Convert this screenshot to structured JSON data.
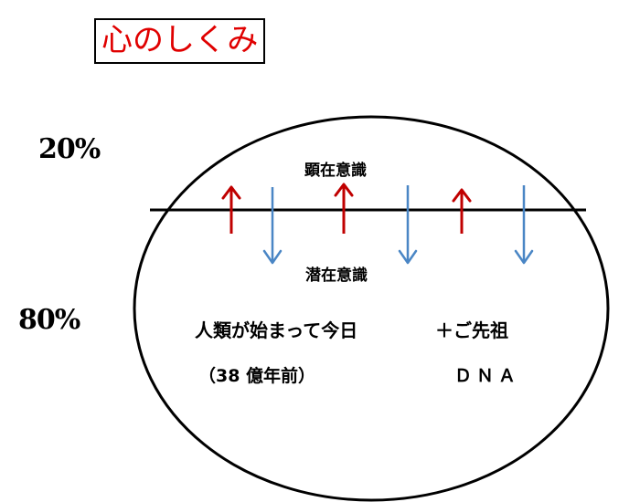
{
  "title": "心のしくみ",
  "percent_conscious": "20%",
  "percent_subconscious": "80%",
  "label_conscious": "顕在意識",
  "label_subconscious": "潜在意識",
  "text_line1_left": "人類が始まって今日",
  "text_line1_right": "＋ご先祖",
  "text_line2_left": "（38 億年前）",
  "text_line2_right": "ＤＮＡ",
  "colors": {
    "title": "#e00000",
    "up_arrow": "#c00000",
    "down_arrow": "#4a86c5",
    "outline": "#000000"
  },
  "arrows": [
    {
      "direction": "up",
      "color": "up_arrow"
    },
    {
      "direction": "down",
      "color": "down_arrow"
    },
    {
      "direction": "up",
      "color": "up_arrow"
    },
    {
      "direction": "down",
      "color": "down_arrow"
    },
    {
      "direction": "up",
      "color": "up_arrow"
    },
    {
      "direction": "down",
      "color": "down_arrow"
    }
  ]
}
